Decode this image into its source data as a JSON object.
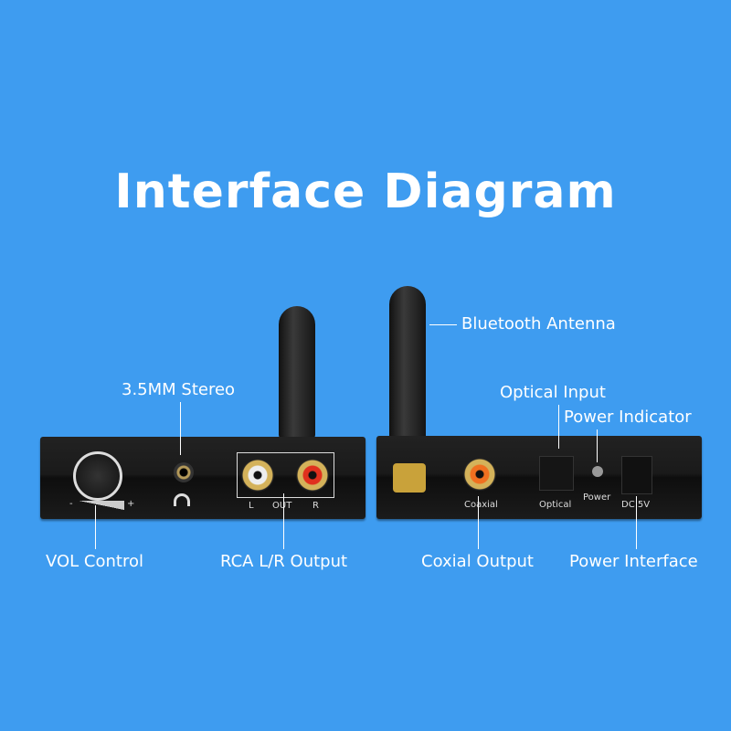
{
  "title": "Interface Diagram",
  "labels": {
    "bluetooth_antenna": "Bluetooth Antenna",
    "stereo": "3.5MM Stereo",
    "optical_input": "Optical Input",
    "power_indicator": "Power Indicator",
    "vol_control": "VOL Control",
    "rca_output": "RCA L/R Output",
    "coxial_output": "Coxial Output",
    "power_interface": "Power Interface"
  },
  "device_print": {
    "left": "L",
    "out": "OUT",
    "right": "R",
    "coaxial": "Coaxial",
    "optical": "Optical",
    "power": "Power",
    "dc": "DC 5V",
    "minus": "-",
    "plus": "+"
  },
  "colors": {
    "background": "#3e9cf0",
    "device": "#1a1a1a"
  }
}
